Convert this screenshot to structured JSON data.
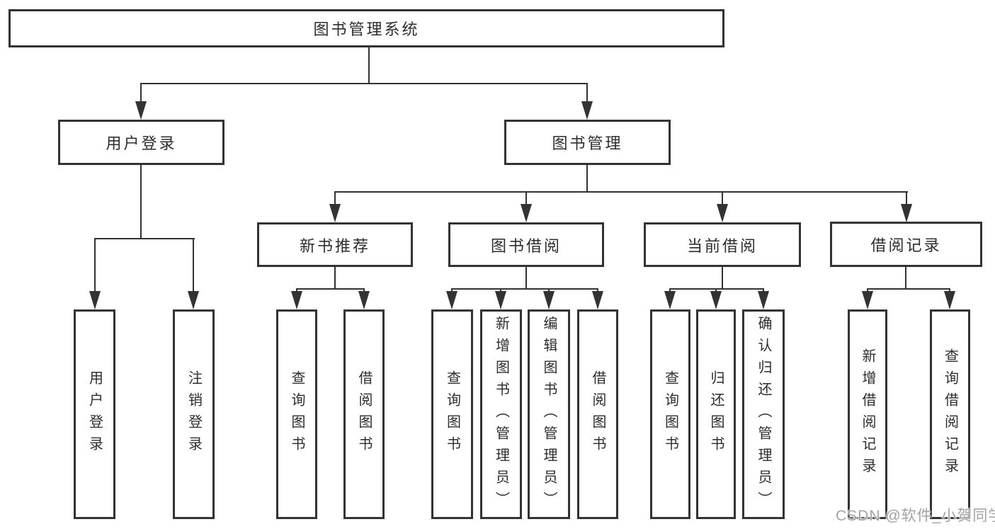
{
  "tree": {
    "label": "图书管理系统",
    "children": [
      {
        "label": "用户登录",
        "children": [
          {
            "label": "用户登录"
          },
          {
            "label": "注销登录"
          }
        ]
      },
      {
        "label": "图书管理",
        "children": [
          {
            "label": "新书推荐",
            "children": [
              {
                "label": "查询图书"
              },
              {
                "label": "借阅图书"
              }
            ]
          },
          {
            "label": "图书借阅",
            "children": [
              {
                "label": "查询图书"
              },
              {
                "label": "新增图书（管理员）"
              },
              {
                "label": "编辑图书（管理员）"
              },
              {
                "label": "借阅图书"
              }
            ]
          },
          {
            "label": "当前借阅",
            "children": [
              {
                "label": "查询图书"
              },
              {
                "label": "归还图书"
              },
              {
                "label": "确认归还（管理员）"
              }
            ]
          },
          {
            "label": "借阅记录",
            "children": [
              {
                "label": "新增借阅记录"
              },
              {
                "label": "查询借阅记录"
              }
            ]
          }
        ]
      }
    ]
  },
  "watermark": {
    "text": "CSDN @软件_小贺同学"
  },
  "colors": {
    "line": "#333333",
    "text": "#2d2d2d",
    "background": "#ffffff",
    "watermark": "#a3a3a3"
  }
}
